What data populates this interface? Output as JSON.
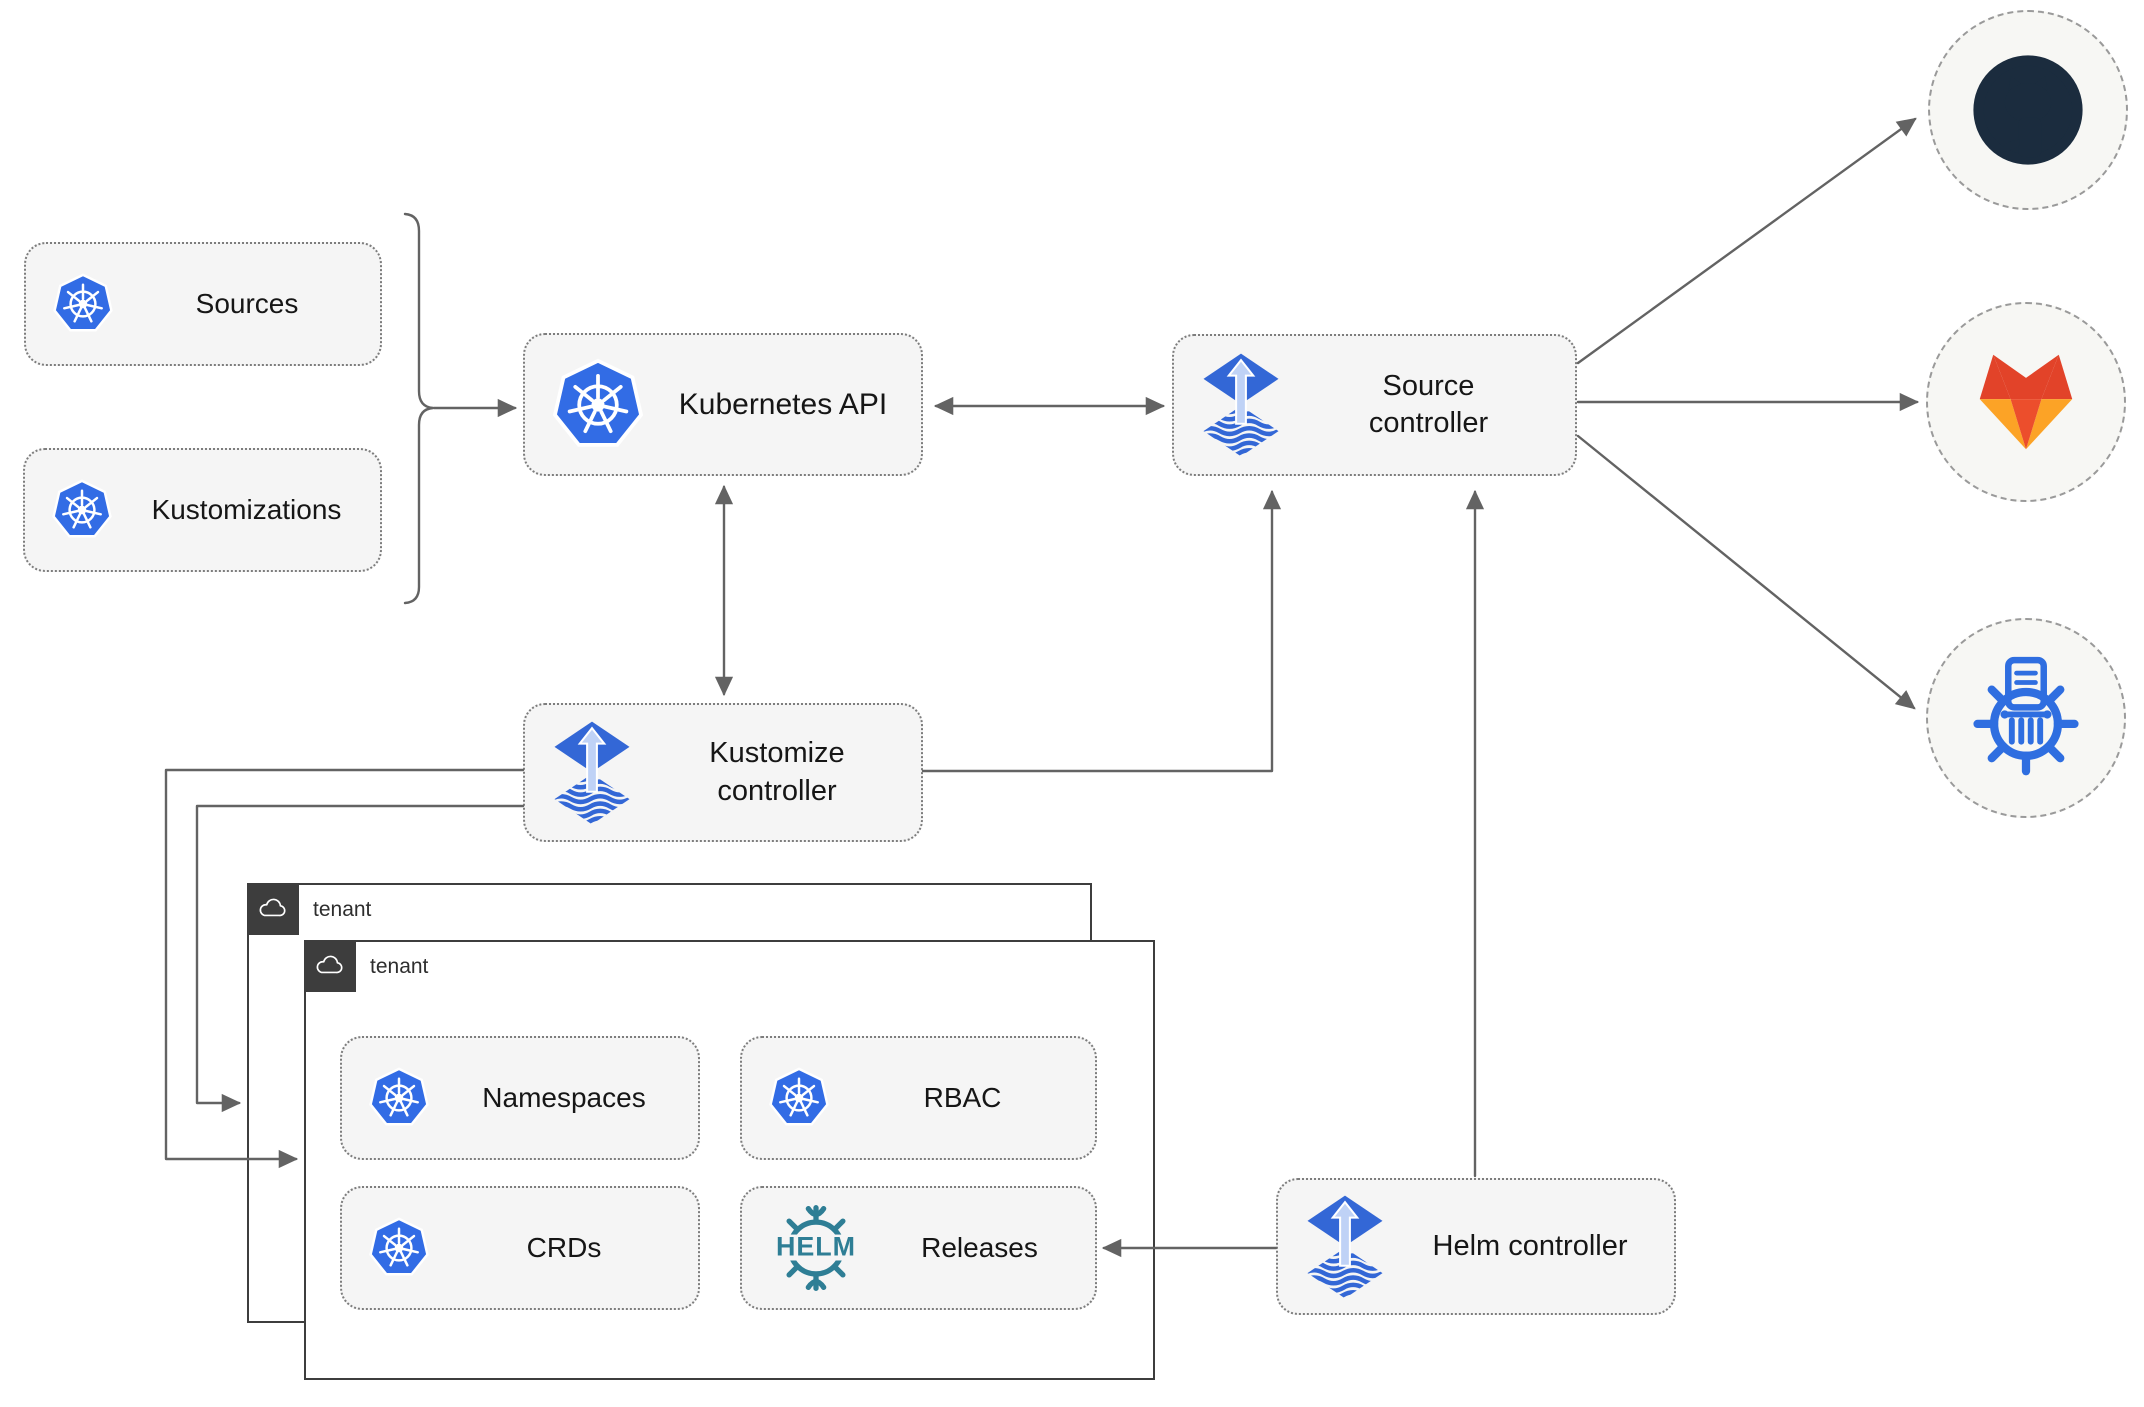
{
  "nodes": {
    "sources": "Sources",
    "kustomizations": "Kustomizations",
    "kubernetes_api": "Kubernetes API",
    "source_controller": "Source controller",
    "kustomize_controller": "Kustomize controller",
    "helm_controller": "Helm controller",
    "tenant_outer": "tenant",
    "tenant_inner": "tenant",
    "namespaces": "Namespaces",
    "rbac": "RBAC",
    "crds": "CRDs",
    "releases": "Releases"
  },
  "logos": {
    "helm_text": "HELM"
  },
  "icons": {
    "kubernetes": "kubernetes-wheel-icon",
    "flux": "flux-gitops-icon",
    "helm": "helm-wheel-logo",
    "github": "github-octocat-logo",
    "gitlab": "gitlab-tanuki-logo",
    "registry": "container-registry-icon",
    "cloud": "cloud-icon"
  },
  "edges": [
    {
      "from": "sources-kustomizations-group",
      "to": "kubernetes-api",
      "style": "arrow"
    },
    {
      "from": "kubernetes-api",
      "to": "source-controller",
      "style": "double-arrow"
    },
    {
      "from": "kubernetes-api",
      "to": "kustomize-controller",
      "style": "double-arrow"
    },
    {
      "from": "kustomize-controller",
      "to": "source-controller",
      "style": "arrow"
    },
    {
      "from": "kustomize-controller",
      "to": "tenant-outer",
      "style": "arrow"
    },
    {
      "from": "kustomize-controller",
      "to": "tenant-inner",
      "style": "arrow"
    },
    {
      "from": "helm-controller",
      "to": "source-controller",
      "style": "arrow"
    },
    {
      "from": "helm-controller",
      "to": "releases",
      "style": "arrow"
    },
    {
      "from": "source-controller",
      "to": "github",
      "style": "arrow"
    },
    {
      "from": "source-controller",
      "to": "gitlab",
      "style": "arrow"
    },
    {
      "from": "source-controller",
      "to": "container-registry",
      "style": "arrow"
    }
  ],
  "colors": {
    "kubernetes_blue": "#326ce5",
    "flux_blue": "#3367d6",
    "flux_arrow_light": "#bfd2f6",
    "helm_teal": "#2e7e95",
    "github_dark": "#1b2c3e",
    "gitlab_dark_orange": "#e24329",
    "gitlab_orange": "#ec4e2c",
    "gitlab_light_orange": "#fca326",
    "registry_blue": "#2f6ee0",
    "connector_gray": "#636363",
    "node_fill": "#f5f5f5",
    "node_border": "#7d7d7d",
    "tenant_dark": "#3d3d3d",
    "circle_fill": "#f7f7f4",
    "text_color": "#161616"
  }
}
